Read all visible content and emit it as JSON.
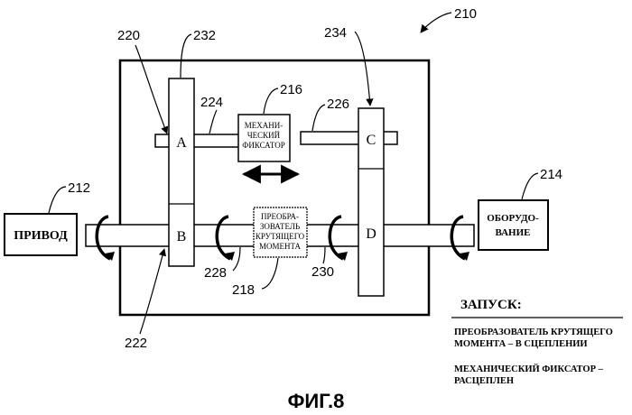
{
  "figure": {
    "caption": "ФИГ.8",
    "ref_main": "210"
  },
  "blocks": {
    "drive": {
      "label": "ПРИВОД",
      "ref": "212"
    },
    "equipment": {
      "label_line1": "ОБОРУДО-",
      "label_line2": "ВАНИЕ",
      "ref": "214"
    },
    "mech_fixator": {
      "line1": "МЕХАНИ-",
      "line2": "ЧЕСКИЙ",
      "line3": "ФИКСАТОР",
      "ref": "216"
    },
    "torque_converter": {
      "line1": "ПРЕОБРА-",
      "line2": "ЗОВАТЕЛЬ",
      "line3": "КРУТЯЩЕГО",
      "line4": "МОМЕНТА",
      "ref": "218"
    }
  },
  "segments": {
    "a": "A",
    "b": "B",
    "c": "C",
    "d": "D"
  },
  "refs": {
    "r220": "220",
    "r222": "222",
    "r224": "224",
    "r226": "226",
    "r228": "228",
    "r230": "230",
    "r232": "232",
    "r234": "234"
  },
  "legend": {
    "title": "ЗАПУСК:",
    "line1": "ПРЕОБРАЗОВАТЕЛЬ КРУТЯЩЕГО",
    "line2": "МОМЕНТА – В СЦЕПЛЕНИИ",
    "line3": "МЕХАНИЧЕСКИЙ ФИКСАТОР –",
    "line4": "РАСЦЕПЛЕН"
  }
}
